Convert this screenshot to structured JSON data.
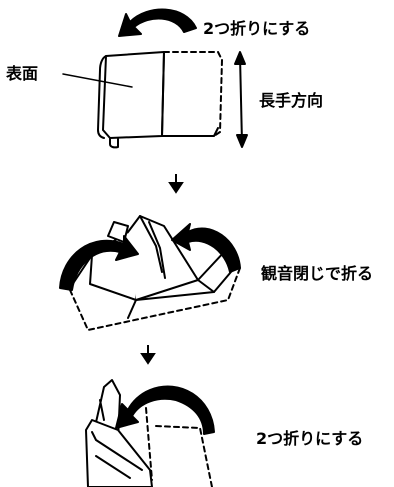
{
  "steps": [
    {
      "label": "2つ折りにする"
    },
    {
      "label": "観音閉じで折る"
    },
    {
      "label": "2つ折りにする"
    }
  ],
  "callouts": {
    "surface": "表面",
    "direction": "長手方向"
  },
  "colors": {
    "ink": "#000000",
    "paper": "#ffffff"
  }
}
